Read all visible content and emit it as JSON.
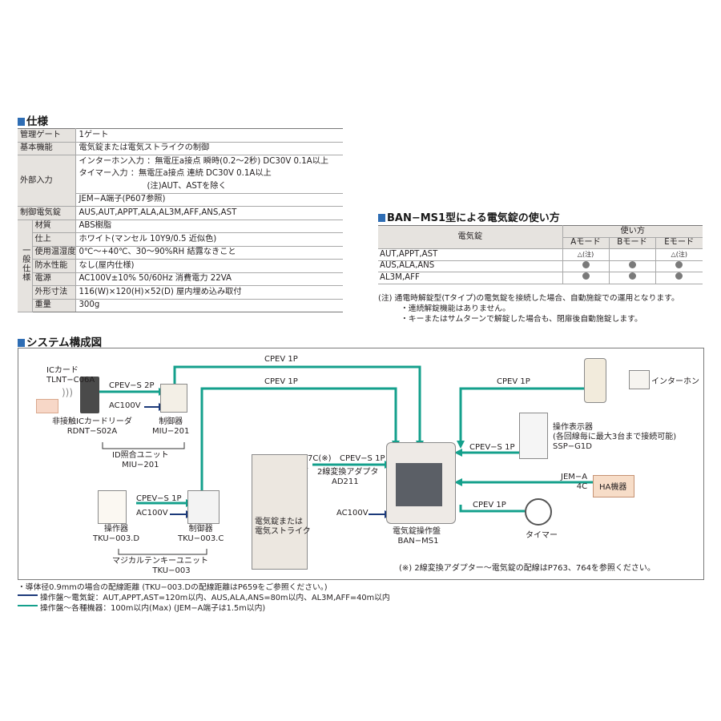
{
  "spec": {
    "title": "仕様",
    "rows": {
      "gate_label": "管理ゲート",
      "gate_value": "1ゲート",
      "func_label": "基本機能",
      "func_value": "電気錠または電気ストライクの制御",
      "ext_label": "外部入力",
      "ext_intercom": "インターホン入力 ：無電圧a接点  瞬時(0.2〜2秒)    DC30V  0.1A以上",
      "ext_timer": "タイマー入力      ：無電圧a接点  連続                      DC30V  0.1A以上",
      "ext_note": "(注)AUT、ASTを除く",
      "ext_jem": "JEM−A端子(P607参照)",
      "lock_label": "制御電気錠",
      "lock_value": "AUS,AUT,APPT,ALA,AL3M,AFF,ANS,AST",
      "general_label": "一般仕様",
      "material_label": "材質",
      "material_value": "ABS樹脂",
      "finish_label": "仕上",
      "finish_value": "ホワイト(マンセル 10Y9/0.5  近似色)",
      "temp_label": "使用温湿度",
      "temp_value": "0℃〜+40℃、30〜90%RH  結露なきこと",
      "water_label": "防水性能",
      "water_value": "なし(屋内仕様)",
      "power_label": "電源",
      "power_value": "AC100V±10%  50/60Hz  消費電力  22VA",
      "size_label": "外形寸法",
      "size_value": "116(W)×120(H)×52(D)  屋内埋め込み取付",
      "weight_label": "重量",
      "weight_value": "300g"
    }
  },
  "usage": {
    "title": "BAN−MS1型による電気錠の使い方",
    "col_lock": "電気錠",
    "col_usage": "使い方",
    "modes": [
      "Aモード",
      "Bモード",
      "Eモード"
    ],
    "rows": [
      {
        "name": "AUT,APPT,AST",
        "a": "△(注)",
        "e": "△(注)"
      },
      {
        "name": "AUS,ALA,ANS"
      },
      {
        "name": "AL3M,AFF"
      }
    ],
    "note1": "(注)  通電時解錠型(Tタイプ)の電気錠を接続した場合、自動施錠での運用となります。",
    "note2": "・連続解錠機能はありません。",
    "note3": "・キーまたはサムターンで解錠した場合も、閉扉後自動施錠します。"
  },
  "system": {
    "title": "システム構成図",
    "cpev_1p_top": "CPEV 1P",
    "cpev_1p_mid": "CPEV 1P",
    "cpev_1p_right": "CPEV 1P",
    "ic_card": "ICカード",
    "ic_card_model": "TLNT−C06A",
    "cpev_s_2p": "CPEV−S 2P",
    "ac100v_1": "AC100V",
    "reader": "非接触ICカードリーダ",
    "reader_model": "RDNT−S02A",
    "controller1": "制御器",
    "controller1_model": "MIU−201",
    "id_unit": "ID照合ユニット",
    "id_unit_model": "MIU−201",
    "intercom": "インターホン",
    "display_panel": "操作表示器",
    "display_note": "(各回線毎に最大3台まで接続可能)",
    "display_model": "SSP−G1D",
    "cpev_s_1p_disp": "CPEV−S 1P",
    "seven_c": "7C(※)",
    "cpev_s_1p_adapter": "CPEV−S 1P",
    "adapter": "2線変換アダプタ",
    "adapter_model": "AD211",
    "jem": "JEM−A",
    "four_c": "4C",
    "ha": "HA機器",
    "cpev_1p_timer": "CPEV 1P",
    "timer": "タイマー",
    "cpev_s_1p_key": "CPEV−S 1P",
    "ac100v_2": "AC100V",
    "ac100v_3": "AC100V",
    "keypad": "操作器",
    "keypad_model": "TKU−003.D",
    "controller2": "制御器",
    "controller2_model": "TKU−003.C",
    "tenkey_unit": "マジカルテンキーユニット",
    "tenkey_model": "TKU−003",
    "strike": "電気錠または",
    "strike2": "電気ストライク",
    "main_panel": "電気錠操作盤",
    "main_panel_model": "BAN−MS1",
    "footnote_ref": "(※)  2線変換アダプター〜電気錠の配線はP763、764を参照ください。",
    "foot1": "・導体径0.9mmの場合の配線距離 (TKU−003.Dの配線距離はP659をご参照ください。)",
    "foot2": "操作盤〜電気錠：AUT,APPT,AST=120m以内、AUS,ALA,ANS=80m以内、AL3M,AFF=40m以内",
    "foot3": "操作盤〜各種機器：100m以内(Max) (JEM−A端子は1.5m以内)",
    "colors": {
      "teal": "#14a08c",
      "navy": "#1c3a7a"
    }
  }
}
